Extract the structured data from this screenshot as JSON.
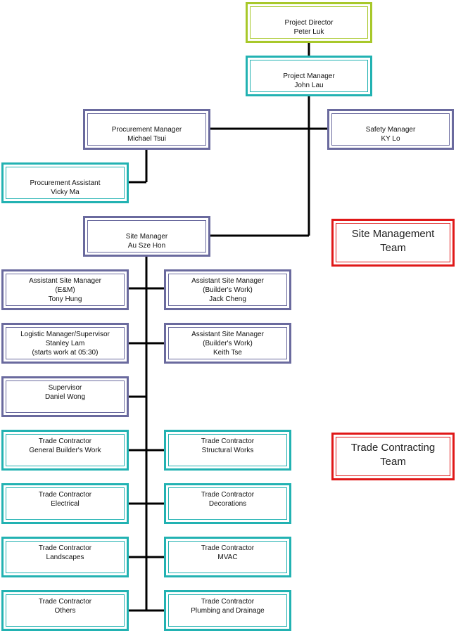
{
  "nodes": {
    "project_director": {
      "role": "Project Director",
      "name": "Peter Luk"
    },
    "project_manager": {
      "role": "Project Manager",
      "name": "John Lau"
    },
    "procurement_manager": {
      "role": "Procurement Manager",
      "name": "Michael Tsui"
    },
    "safety_manager": {
      "role": "Safety Manager",
      "name": "KY Lo"
    },
    "procurement_assistant": {
      "role": "Procurement Assistant",
      "name": "Vicky Ma"
    },
    "site_manager": {
      "role": "Site Manager",
      "name": "Au Sze Hon"
    },
    "asm_em": {
      "text": "Assistant Site Manager\n(E&M)\nTony Hung"
    },
    "asm_bw_jack": {
      "text": "Assistant Site Manager\n(Builder's Work)\nJack Cheng"
    },
    "logistic_manager": {
      "text": "Logistic Manager/Supervisor\nStanley Lam\n(starts work at 05:30)"
    },
    "asm_bw_keith": {
      "text": "Assistant Site Manager\n(Builder's Work)\nKeith Tse"
    },
    "supervisor": {
      "text": "Supervisor\nDaniel Wong"
    },
    "tc_general": {
      "text": "Trade Contractor\nGeneral Builder's Work"
    },
    "tc_structural": {
      "text": "Trade Contractor\nStructural Works"
    },
    "tc_electrical": {
      "text": "Trade Contractor\nElectrical"
    },
    "tc_decorations": {
      "text": "Trade Contractor\nDecorations"
    },
    "tc_landscapes": {
      "text": "Trade Contractor\nLandscapes"
    },
    "tc_mvac": {
      "text": "Trade Contractor\nMVAC"
    },
    "tc_others": {
      "text": "Trade Contractor\nOthers"
    },
    "tc_plumbing": {
      "text": "Trade Contractor\nPlumbing and Drainage"
    }
  },
  "teams": {
    "site_management": "Site Management\nTeam",
    "trade_contracting": "Trade Contracting\nTeam"
  },
  "colors": {
    "director": "#a8c82a",
    "contractor": "#22b2b2",
    "staff": "#6a6a9e",
    "team_label": "#e01818",
    "connector": "#000000"
  }
}
